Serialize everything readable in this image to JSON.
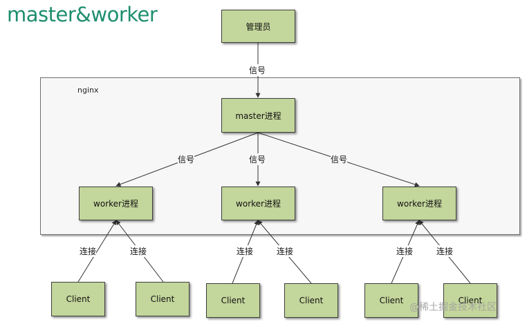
{
  "title": "master&worker",
  "container_label": "nginx",
  "admin": "管理员",
  "master": "master进程",
  "workers": [
    "worker进程",
    "worker进程",
    "worker进程"
  ],
  "clients": [
    "Client",
    "Client",
    "Client",
    "Client",
    "Client",
    "Client"
  ],
  "signal_label": "信号",
  "connect_label": "连接",
  "watermark": "@稀土掘金技术社区"
}
